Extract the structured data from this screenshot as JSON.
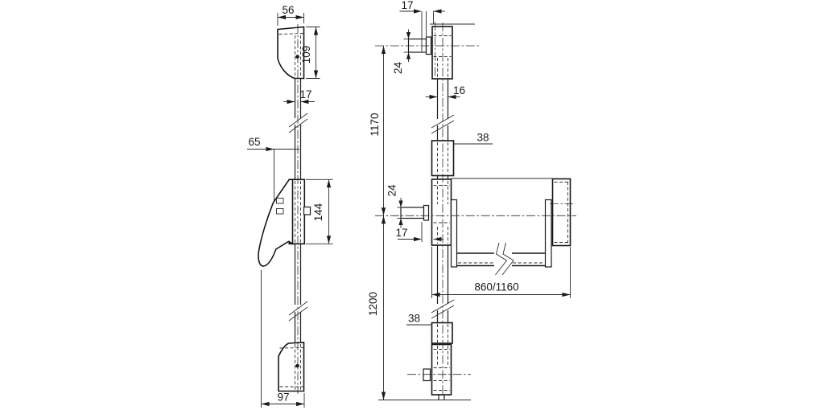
{
  "meta": {
    "title": "Panic exit hardware dimension drawing",
    "background": "#ffffff",
    "line_color": "#1a1a1a"
  },
  "side_view": {
    "dims": {
      "cap_width": "56",
      "cap_height": "109",
      "rod_width": "17",
      "pad_projection": "65",
      "case_height": "144",
      "max_projection": "97"
    }
  },
  "front_view": {
    "dims": {
      "top_latch_throw": "17",
      "top_latch_width": "24",
      "rod_width": "16",
      "upper_rod_length": "1170",
      "upper_guide_width": "38",
      "mid_latch_width": "24",
      "mid_latch_throw": "17",
      "bar_length": "860/1160",
      "lower_rod_length": "1200",
      "lower_guide_width": "38"
    }
  }
}
